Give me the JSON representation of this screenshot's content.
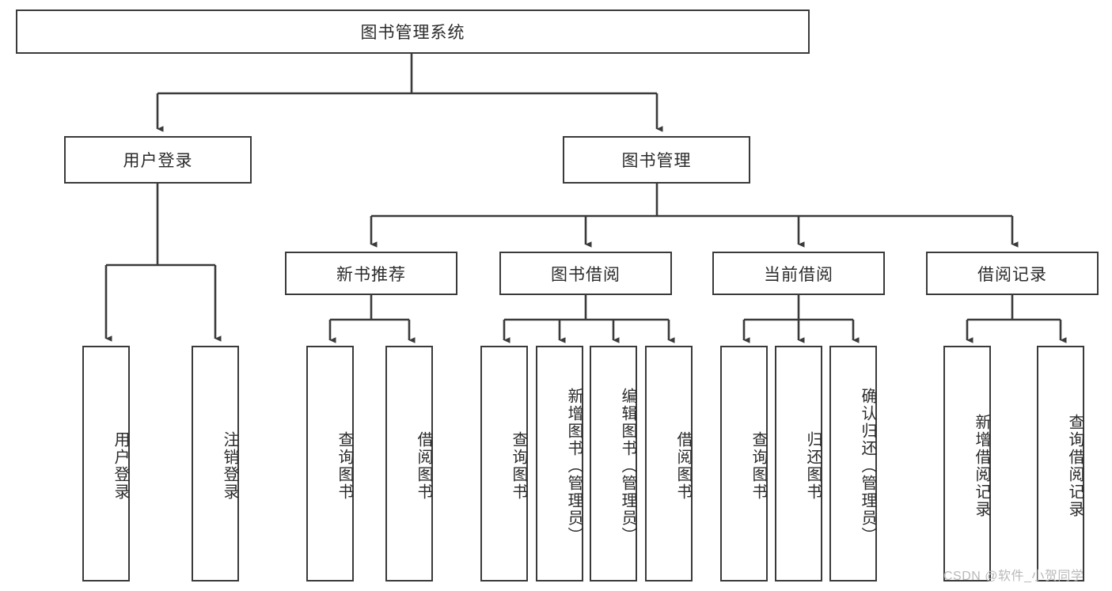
{
  "diagram": {
    "type": "tree-hierarchy",
    "title": "图书管理系统",
    "watermark": "CSDN @软件_小贺同学",
    "colors": {
      "box_border": "#3a3a3a",
      "box_fill": "#ffffff",
      "connector": "#3a3a3a",
      "text": "#2b2b2b",
      "watermark": "#b9b9b9",
      "background": "#ffffff"
    },
    "root": {
      "label": "图书管理系统"
    },
    "level2": [
      {
        "label": "用户登录"
      },
      {
        "label": "图书管理"
      }
    ],
    "level3": [
      {
        "label": "新书推荐"
      },
      {
        "label": "图书借阅"
      },
      {
        "label": "当前借阅"
      },
      {
        "label": "借阅记录"
      }
    ],
    "leaves": {
      "user_login": [
        {
          "label": "用户登录"
        },
        {
          "label": "注销登录"
        }
      ],
      "new_book_recommend": [
        {
          "label": "查询图书"
        },
        {
          "label": "借阅图书"
        }
      ],
      "book_borrow": [
        {
          "label": "查询图书"
        },
        {
          "label": "新增图书（管理员）"
        },
        {
          "label": "编辑图书（管理员）"
        },
        {
          "label": "借阅图书"
        }
      ],
      "current_borrow": [
        {
          "label": "查询图书"
        },
        {
          "label": "归还图书"
        },
        {
          "label": "确认归还（管理员）"
        }
      ],
      "borrow_record": [
        {
          "label": "新增借阅记录"
        },
        {
          "label": "查询借阅记录"
        }
      ]
    }
  }
}
